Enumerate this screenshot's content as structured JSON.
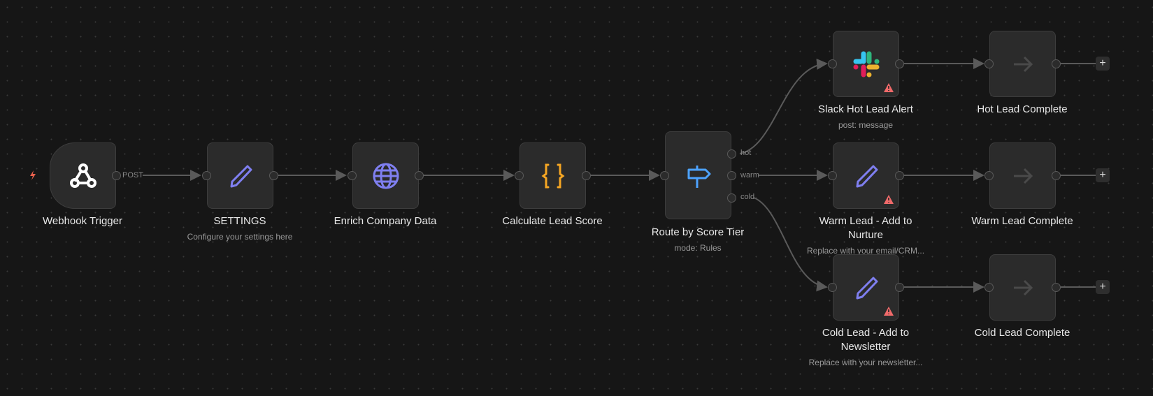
{
  "nodes": {
    "webhook": {
      "title": "Webhook Trigger",
      "output_label": "POST"
    },
    "settings": {
      "title": "SETTINGS",
      "subtitle": "Configure your settings here"
    },
    "enrich": {
      "title": "Enrich Company Data"
    },
    "calculate": {
      "title": "Calculate Lead Score"
    },
    "route": {
      "title": "Route by Score Tier",
      "subtitle": "mode: Rules",
      "outputs": [
        "hot",
        "warm",
        "cold"
      ]
    },
    "slack": {
      "title": "Slack Hot Lead Alert",
      "subtitle": "post: message"
    },
    "warm_add": {
      "title_line1": "Warm Lead - Add to",
      "title_line2": "Nurture",
      "subtitle": "Replace with your email/CRM..."
    },
    "cold_add": {
      "title_line1": "Cold Lead - Add to",
      "title_line2": "Newsletter",
      "subtitle": "Replace with your newsletter..."
    },
    "hot_complete": {
      "title": "Hot Lead Complete"
    },
    "warm_complete": {
      "title": "Warm Lead Complete"
    },
    "cold_complete": {
      "title": "Cold Lead Complete"
    }
  },
  "add_button": "+",
  "colors": {
    "canvas": "#161616",
    "node": "#2b2b2b",
    "edge": "#5a5a5a",
    "accent_purple": "#7f7ff0",
    "code_orange": "#f5a623",
    "route_blue": "#4da3ff",
    "warning": "#f06a6a",
    "trigger": "#e8604c"
  }
}
